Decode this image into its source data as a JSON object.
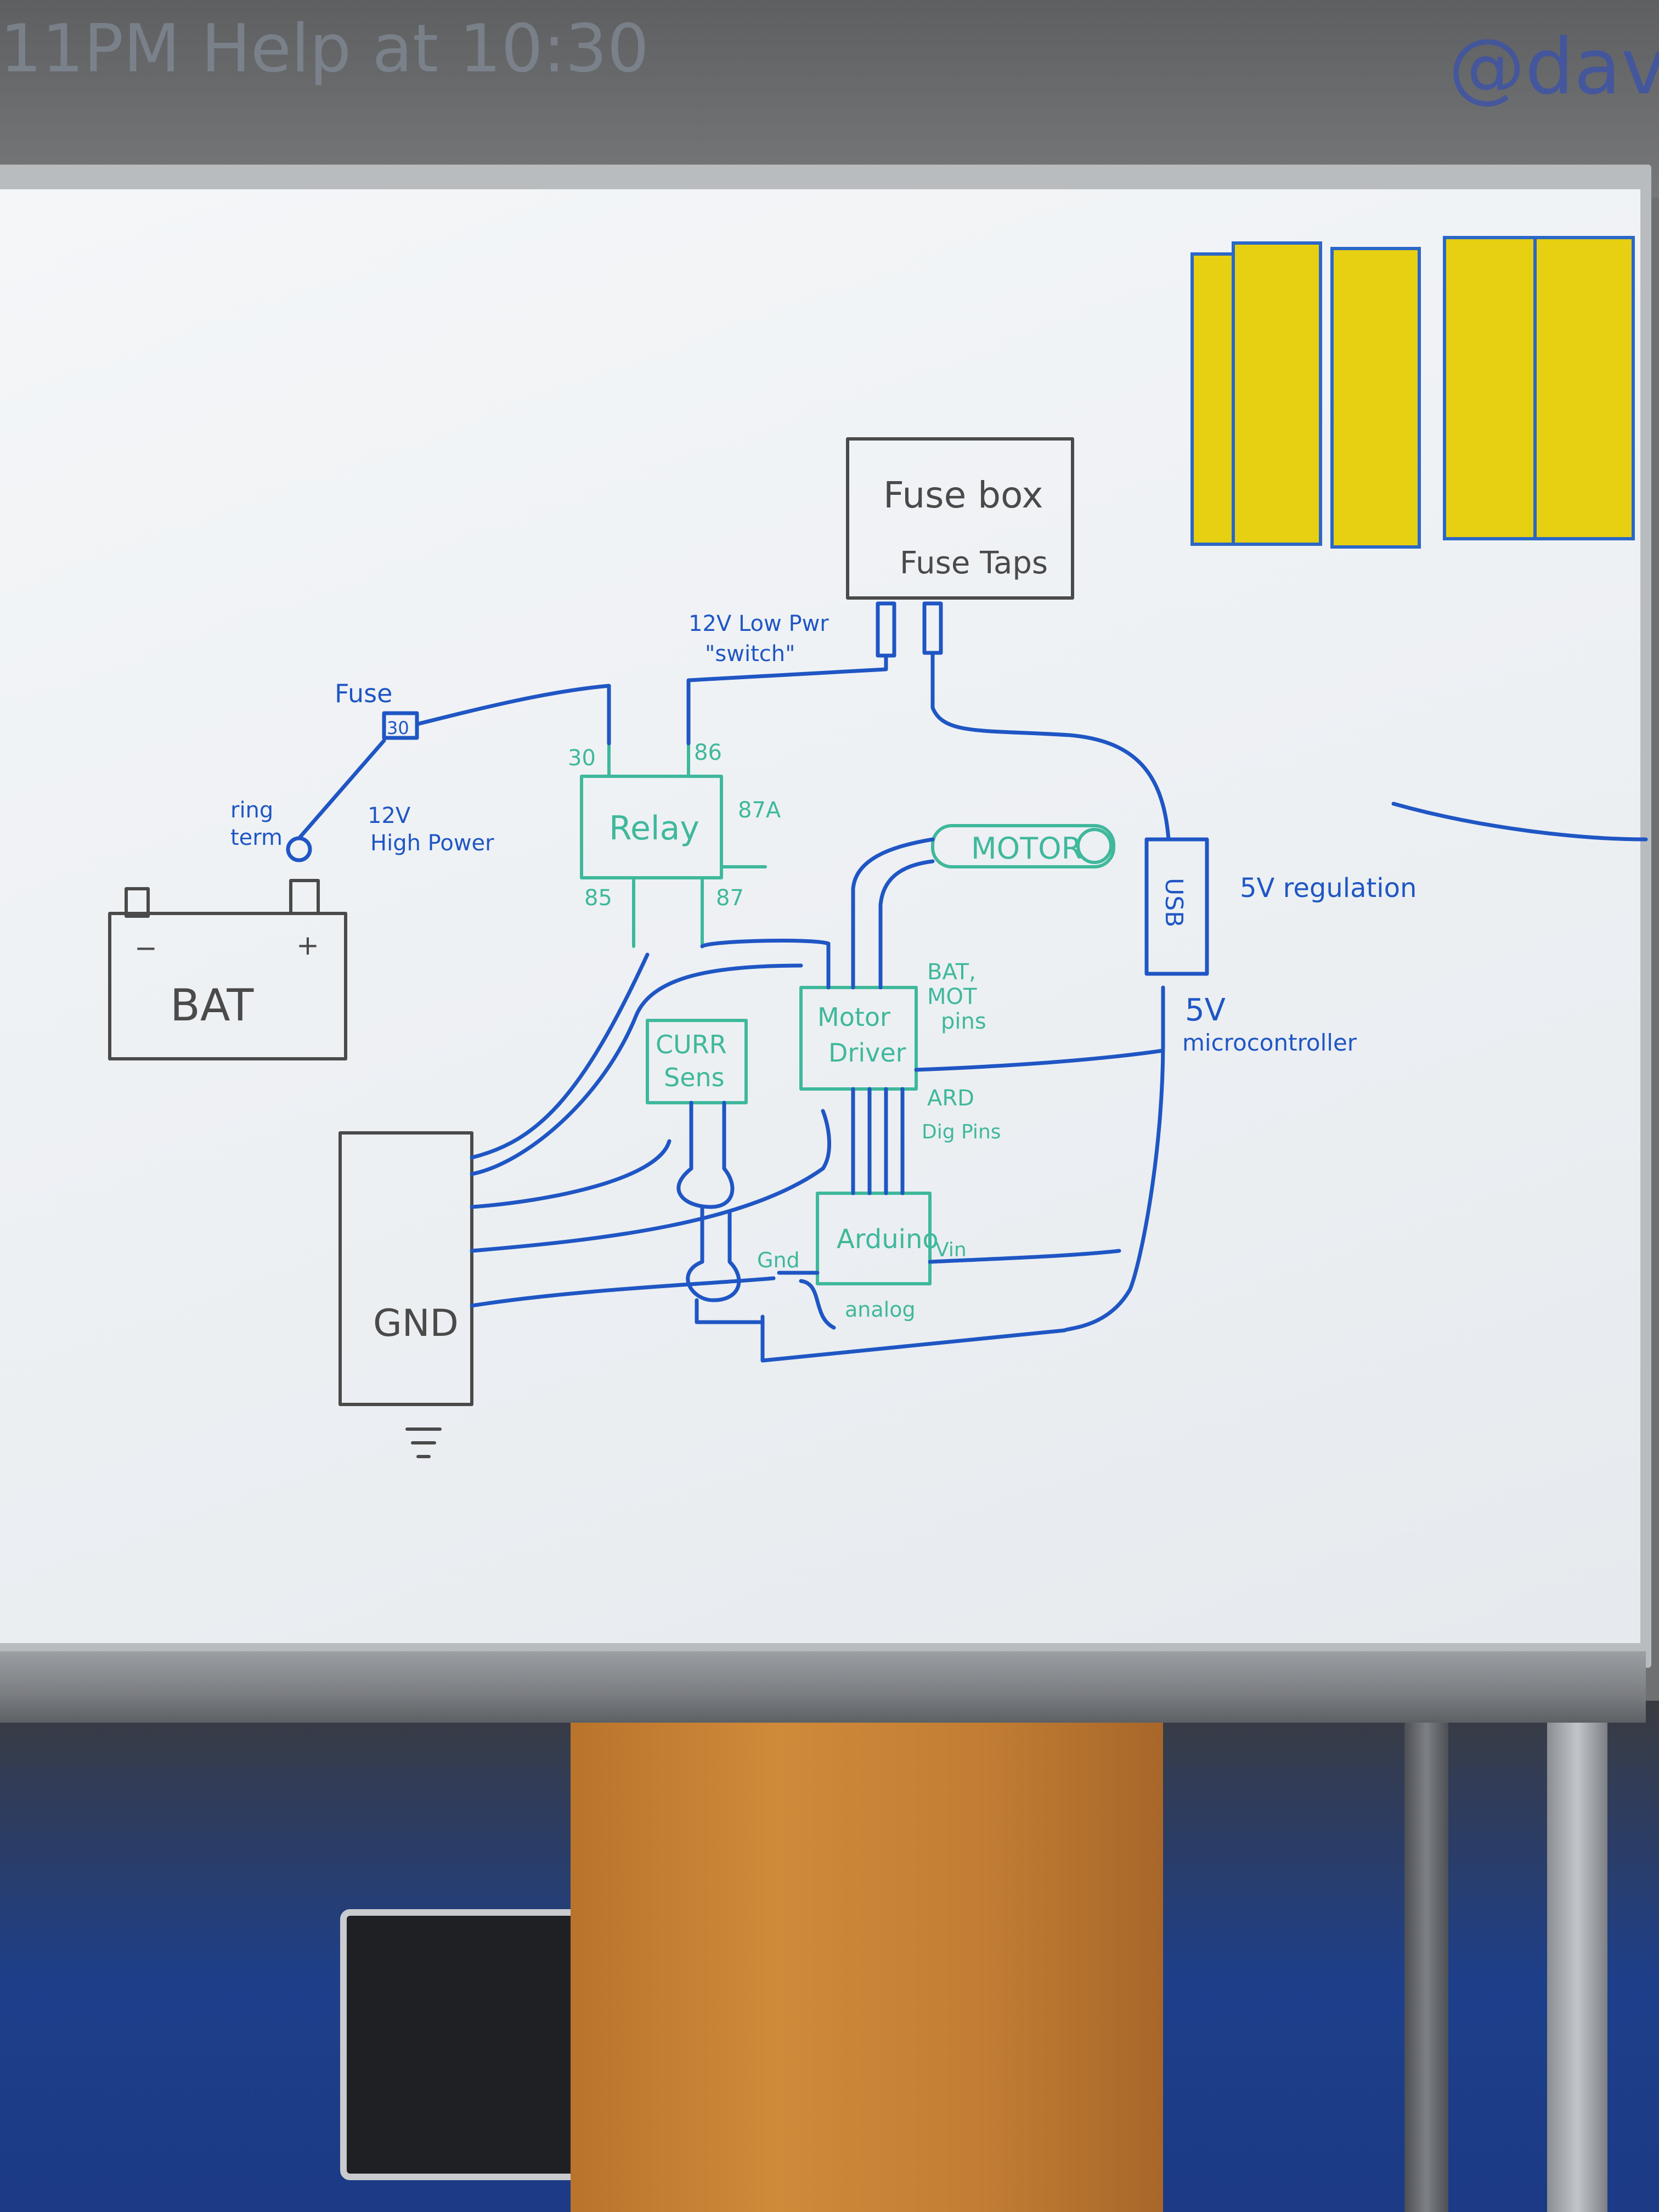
{
  "wall_text": {
    "top_left": "11PM Help at 10:30",
    "top_right": "@david"
  },
  "diagram": {
    "fuse_box_label": "Fuse box",
    "fuse_taps_label": "Fuse Taps",
    "low_power_label": "12V Low Pwr",
    "switch_label": "\"switch\"",
    "fuse_label": "Fuse",
    "fuse_value": "30",
    "ring_term_label_1": "ring",
    "ring_term_label_2": "term",
    "high_power_label_1": "12V",
    "high_power_label_2": "High Power",
    "battery_label": "BAT",
    "battery_minus": "−",
    "battery_plus": "+",
    "relay_label": "Relay",
    "relay_pin_30": "30",
    "relay_pin_86": "86",
    "relay_pin_85": "85",
    "relay_pin_87": "87",
    "relay_pin_87a": "87A",
    "motor_label": "MOTOR",
    "usb_label": "USB",
    "regulation_label": "5V regulation",
    "five_v_label": "5V",
    "microcontroller_label": "microcontroller",
    "bat_mot_label_1": "BAT,",
    "bat_mot_label_2": "MOT",
    "bat_mot_label_3": "pins",
    "motor_driver_label_1": "Motor",
    "motor_driver_label_2": "Driver",
    "curr_sens_label_1": "CURR",
    "curr_sens_label_2": "Sens",
    "ard_label_1": "ARD",
    "ard_label_2": "Dig Pins",
    "arduino_label": "Arduino",
    "gnd_small_label": "Gnd",
    "vin_label": "Vin",
    "analog_label": "analog",
    "gnd_block_label": "GND"
  },
  "colors": {
    "marker_blue": "#1f56c4",
    "marker_teal": "#3fb89c",
    "marker_black": "#4a4a4a",
    "tape_yellow": "#e7cf12"
  }
}
